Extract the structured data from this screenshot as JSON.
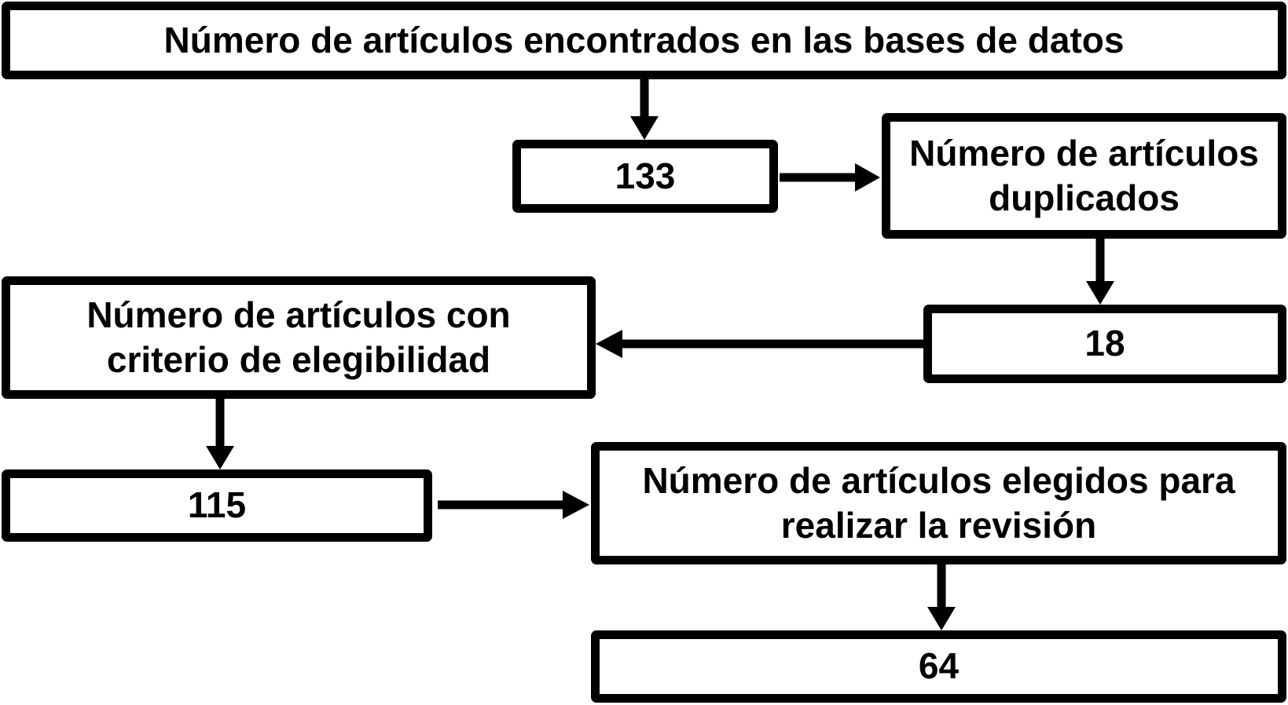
{
  "diagram": {
    "background_color": "#ffffff",
    "border_color": "#000000",
    "text_color": "#000000",
    "nodes": {
      "found_label": {
        "lines": [
          "Número de artículos encontrados en las bases de datos"
        ]
      },
      "found_count": {
        "value": "133"
      },
      "duplicates_label": {
        "lines": [
          "Número de artículos",
          "duplicados"
        ]
      },
      "duplicates_count": {
        "value": "18"
      },
      "eligibility_label": {
        "lines": [
          "Número de artículos con",
          "criterio de elegibilidad"
        ]
      },
      "eligibility_count": {
        "value": "115"
      },
      "selected_label": {
        "lines": [
          "Número de artículos elegidos para",
          "realizar la revisión"
        ]
      },
      "selected_count": {
        "value": "64"
      }
    },
    "edges": [
      {
        "from": "found_label",
        "to": "found_count"
      },
      {
        "from": "found_count",
        "to": "duplicates_label"
      },
      {
        "from": "duplicates_label",
        "to": "duplicates_count"
      },
      {
        "from": "duplicates_count",
        "to": "eligibility_label"
      },
      {
        "from": "eligibility_label",
        "to": "eligibility_count"
      },
      {
        "from": "eligibility_count",
        "to": "selected_label"
      },
      {
        "from": "selected_label",
        "to": "selected_count"
      }
    ]
  }
}
